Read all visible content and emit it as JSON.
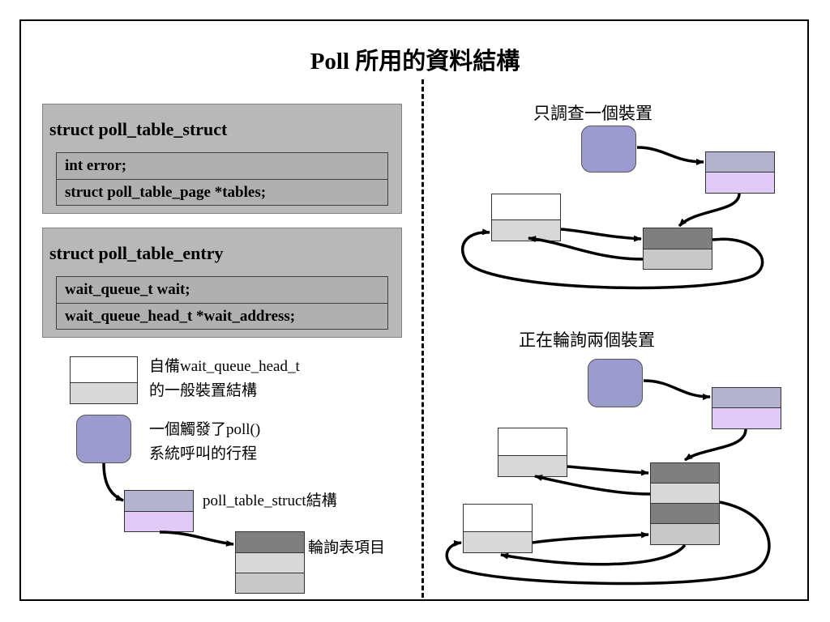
{
  "title": "Poll 所用的資料結構",
  "structs": [
    {
      "name": "struct poll_table_struct",
      "fields": [
        "int error;",
        "struct poll_table_page *tables;"
      ]
    },
    {
      "name": "struct poll_table_entry",
      "fields": [
        "wait_queue_t wait;",
        "wait_queue_head_t *wait_address;"
      ]
    }
  ],
  "legend": {
    "device_line1": "自備wait_queue_head_t",
    "device_line2": "的一般裝置結構",
    "process_line1": "一個觸發了poll()",
    "process_line2": "系統呼叫的行程",
    "table_struct": "poll_table_struct結構",
    "table_entry": "輪詢表項目"
  },
  "diagrams": {
    "one_device": "只調查一個裝置",
    "two_devices": "正在輪詢兩個裝置"
  },
  "colors": {
    "struct_bg": "#b8b8b8",
    "process": "#9b9bd0",
    "table_top": "#b3b3cf",
    "table_bottom": "#e0cbf7",
    "entry_dark": "#7f7f7f",
    "entry_light": "#d8d8d8"
  }
}
